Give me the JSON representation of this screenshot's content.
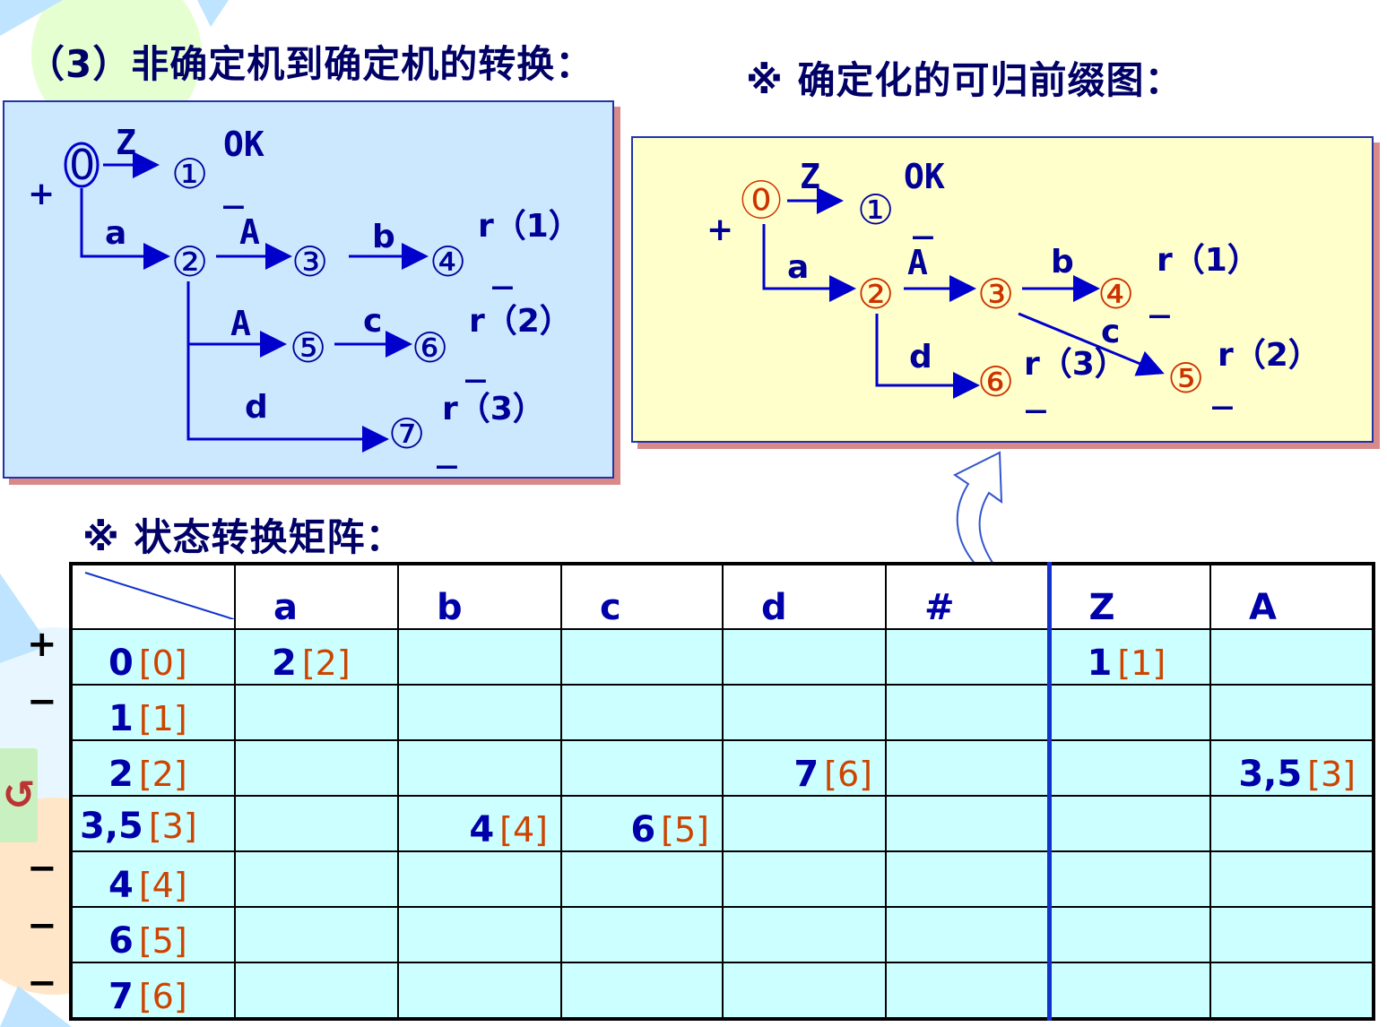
{
  "titles": {
    "left": "（3）非确定机到确定机的转换：",
    "right": "※ 确定化的可归前缀图：",
    "matrix": "※ 状态转换矩阵："
  },
  "nfa": {
    "start_mark": "+",
    "states": [
      "0",
      "1",
      "2",
      "3",
      "4",
      "5",
      "6",
      "7"
    ],
    "labels": {
      "Z": "Z",
      "a": "a",
      "A1": "A",
      "b": "b",
      "A2": "A",
      "c": "c",
      "d": "d"
    },
    "outputs": {
      "ok": "OK",
      "r1": "r（1）",
      "r2": "r（2）",
      "r3": "r（3）"
    }
  },
  "dfa": {
    "start_mark": "+",
    "labels": {
      "Z": "Z",
      "a": "a",
      "A": "A",
      "b": "b",
      "c": "c",
      "d": "d"
    },
    "outputs": {
      "ok": "OK",
      "r1": "r（1）",
      "r2": "r（2）",
      "r3": "r（3）"
    }
  },
  "matrix": {
    "columns": [
      "a",
      "b",
      "c",
      "d",
      "#",
      "Z",
      "A"
    ],
    "rows": [
      {
        "mark": "+",
        "state": "0",
        "code": "[0]",
        "cells": {
          "a": [
            "2",
            "[2]"
          ],
          "Z": [
            "1",
            "[1]"
          ]
        }
      },
      {
        "mark": "−",
        "state": "1",
        "code": "[1]",
        "cells": {}
      },
      {
        "mark": "",
        "state": "2",
        "code": "[2]",
        "cells": {
          "d": [
            "7",
            "[6]"
          ],
          "A": [
            "3,5",
            "[3]"
          ]
        }
      },
      {
        "mark": "",
        "state": "3,5",
        "code": "[3]",
        "cells": {
          "b": [
            "4",
            "[4]"
          ],
          "c": [
            "6",
            "[5]"
          ]
        }
      },
      {
        "mark": "−",
        "state": "4",
        "code": "[4]",
        "cells": {}
      },
      {
        "mark": "−",
        "state": "6",
        "code": "[5]",
        "cells": {}
      },
      {
        "mark": "−",
        "state": "7",
        "code": "[6]",
        "cells": {}
      }
    ]
  },
  "nav": {
    "back_icon": "return-arrow-icon"
  },
  "colors": {
    "navy": "#000099",
    "orange": "#cc3300",
    "panel_blue": "#cce8ff",
    "panel_yellow": "#ffffcc",
    "cell": "#ccffff"
  }
}
